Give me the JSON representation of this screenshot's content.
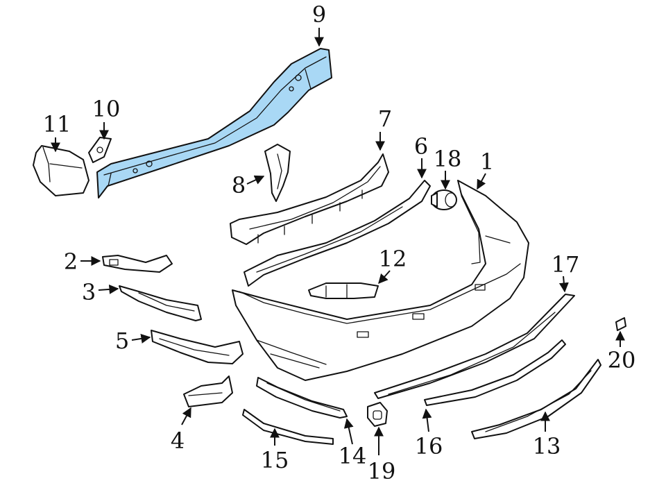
{
  "highlight_color": "#a9d8f5",
  "callouts": [
    {
      "id": "1",
      "label": "1"
    },
    {
      "id": "2",
      "label": "2"
    },
    {
      "id": "3",
      "label": "3"
    },
    {
      "id": "4",
      "label": "4"
    },
    {
      "id": "5",
      "label": "5"
    },
    {
      "id": "6",
      "label": "6"
    },
    {
      "id": "7",
      "label": "7"
    },
    {
      "id": "8",
      "label": "8"
    },
    {
      "id": "9",
      "label": "9"
    },
    {
      "id": "10",
      "label": "10"
    },
    {
      "id": "11",
      "label": "11"
    },
    {
      "id": "12",
      "label": "12"
    },
    {
      "id": "13",
      "label": "13"
    },
    {
      "id": "14",
      "label": "14"
    },
    {
      "id": "15",
      "label": "15"
    },
    {
      "id": "16",
      "label": "16"
    },
    {
      "id": "17",
      "label": "17"
    },
    {
      "id": "18",
      "label": "18"
    },
    {
      "id": "19",
      "label": "19"
    },
    {
      "id": "20",
      "label": "20"
    }
  ],
  "highlighted_part": "9"
}
